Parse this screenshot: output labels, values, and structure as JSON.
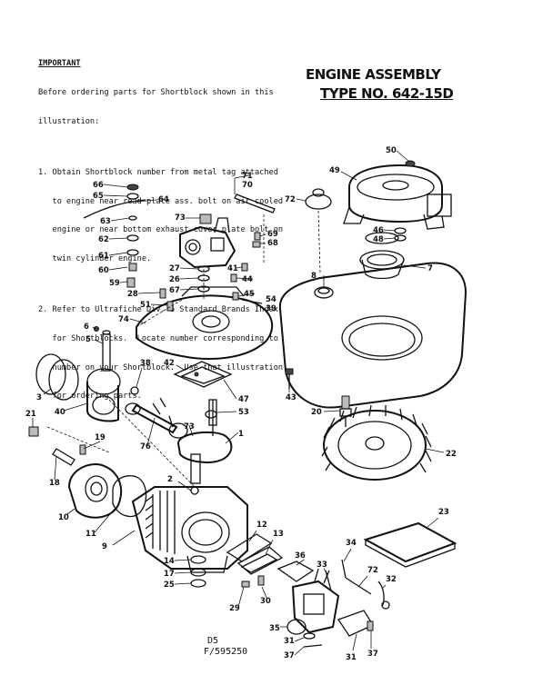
{
  "important": {
    "heading": "IMPORTANT",
    "lines": [
      "Before ordering parts for Shortblock shown in this",
      "illustration:",
      "1. Obtain Shortblock number from metal tag attached",
      "   to engine near read plate ass. bolt on air cooled",
      "   engine or near bottom exhaust cover plate bolt on",
      "   twin cylinder engine.",
      "2. Refer to Ultrafiche Div. 6 Standard Brands Index",
      "   for Shortblocks.  Locate number corresponding to",
      "   number on your Shortblock.  Use that illustration",
      "   for ordering parts."
    ]
  },
  "title": {
    "line1": "ENGINE ASSEMBLY",
    "line2": "TYPE NO. 642-15D"
  },
  "footer": {
    "code": "D5",
    "ref": "F/595250"
  },
  "callouts": [
    "66",
    "65",
    "64",
    "63",
    "73",
    "71",
    "70",
    "72",
    "69",
    "68",
    "62",
    "61",
    "60",
    "59",
    "28",
    "27",
    "26",
    "67",
    "41",
    "44",
    "45",
    "54",
    "39",
    "51",
    "74",
    "50",
    "49",
    "46",
    "48",
    "8",
    "7",
    "6",
    "5",
    "3",
    "40",
    "38",
    "42",
    "47",
    "53",
    "43",
    "20",
    "21",
    "19",
    "18",
    "10",
    "11",
    "9",
    "2",
    "1",
    "73",
    "76",
    "22",
    "23",
    "12",
    "13",
    "14",
    "17",
    "25",
    "29",
    "30",
    "36",
    "33",
    "34",
    "72",
    "32",
    "35",
    "31",
    "37"
  ]
}
